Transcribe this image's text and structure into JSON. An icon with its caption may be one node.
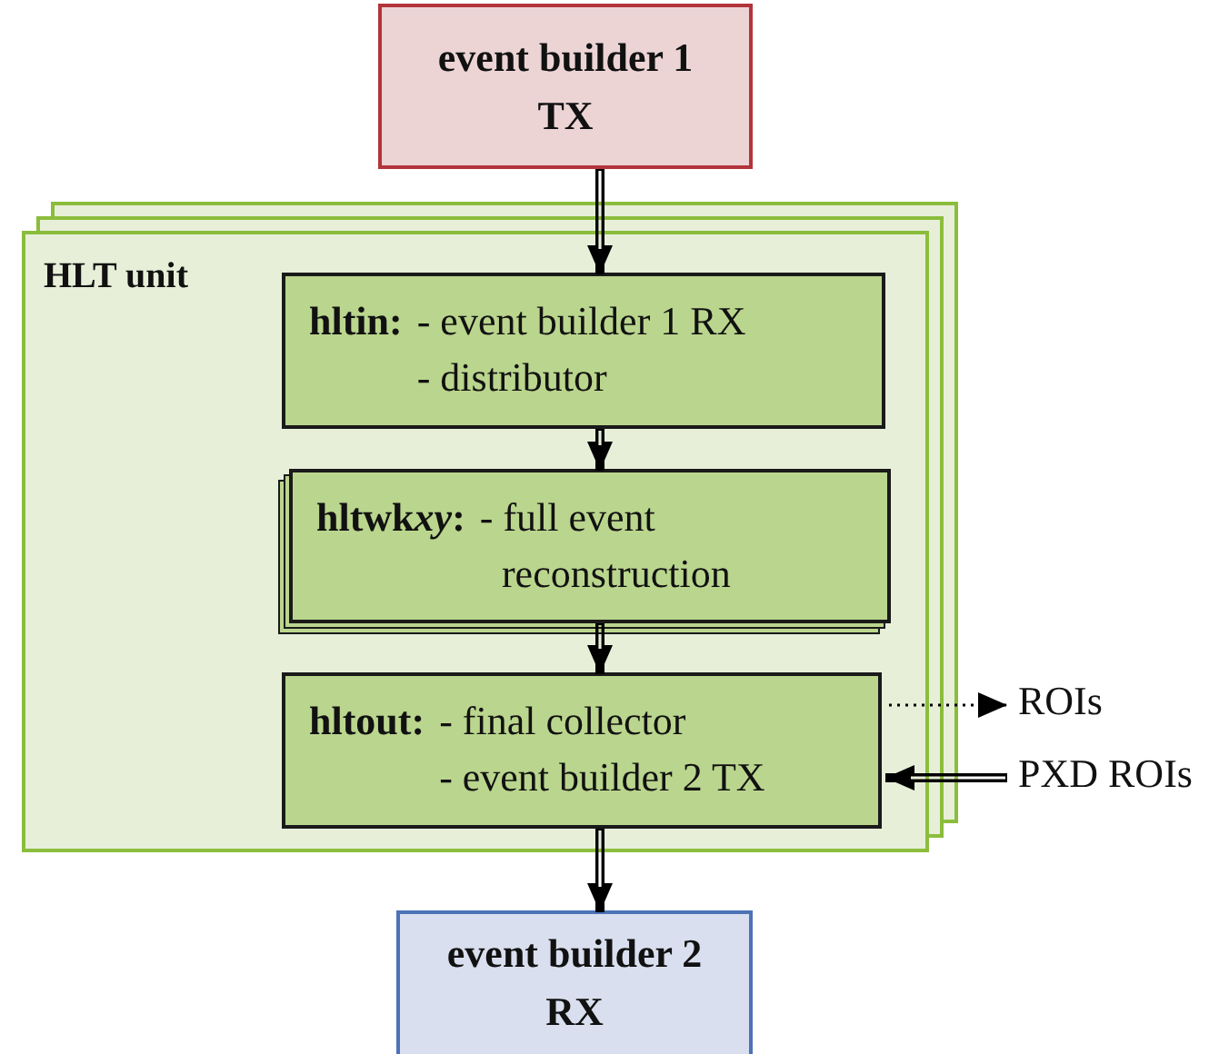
{
  "diagram": {
    "nodes": [
      {
        "text": [
          "event builder 1 TX"
        ]
      },
      {
        "text": [
          "HLT unit"
        ]
      },
      {
        "text": [
          "hltin:",
          "- event builder 1 RX",
          "- distributor"
        ],
        "in": 1
      },
      {
        "text": [
          "hltwk​*xy*​:",
          "- full event reconstruction"
        ],
        "in": 1
      },
      {
        "text": [
          "hltout:",
          "- final collector",
          "- event builder 2 TX"
        ],
        "in": 1
      },
      {
        "text": [
          "event builder 2 RX"
        ]
      },
      {
        "text": [
          "ROIs"
        ]
      },
      {
        "text": [
          "PXD ROIs"
        ]
      }
    ],
    "edges": [
      {
        "from": 0,
        "to": 2,
        "arrow": "to"
      },
      {
        "from": 2,
        "to": 3,
        "arrow": "to"
      },
      {
        "from": 3,
        "to": 4,
        "arrow": "to"
      },
      {
        "from": 4,
        "to": 5,
        "arrow": "to"
      },
      {
        "from": 4,
        "to": 6,
        "arrow": "to",
        "style": "dashed"
      },
      {
        "from": 7,
        "to": 4,
        "arrow": "to"
      }
    ]
  }
}
